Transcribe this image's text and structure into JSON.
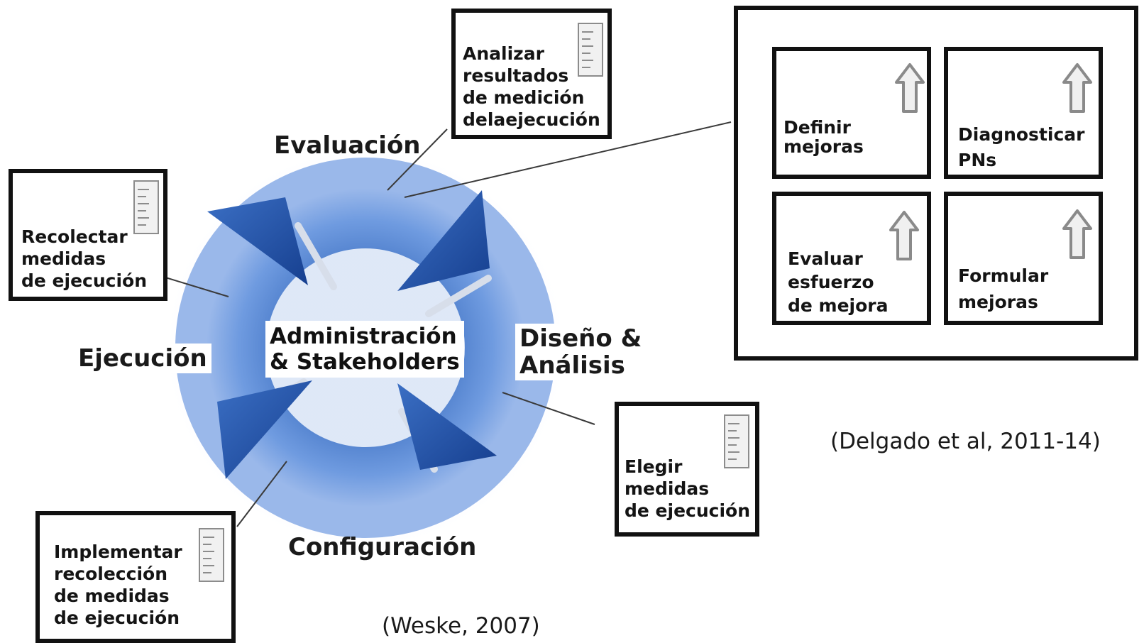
{
  "cycle": {
    "center": [
      "Administración",
      "& Stakeholders"
    ],
    "phases": {
      "evaluacion": "Evaluación",
      "diseno": [
        "Diseño &",
        "Análisis"
      ],
      "configuracion": "Configuración",
      "ejecucion": "Ejecución"
    },
    "colors": {
      "light": "#6f9be0",
      "mid": "#4f7fcc",
      "dark": "#1c4fa6"
    }
  },
  "notes": {
    "analizar": [
      "Analizar",
      "resultados",
      "de medición",
      "delaejecución"
    ],
    "recolectar": [
      "Recolectar",
      "medidas",
      "de ejecución"
    ],
    "elegir": [
      "Elegir",
      "medidas",
      "de ejecución"
    ],
    "implementar": [
      "Implementar",
      "recolección",
      "de medidas",
      "de ejecución"
    ]
  },
  "framework": {
    "cells": {
      "definir": [
        "Definir",
        "mejoras"
      ],
      "diagnosticar": [
        "Diagnosticar",
        "PNs"
      ],
      "evaluar": [
        "Evaluar",
        "esfuerzo",
        "de mejora"
      ],
      "formular": [
        "Formular",
        "mejoras"
      ]
    },
    "arrow_color": "#3d72b4",
    "icon": "up-arrow-icon"
  },
  "citations": {
    "weske": "(Weske, 2007)",
    "delgado": "(Delgado et al, 2011-14)"
  }
}
